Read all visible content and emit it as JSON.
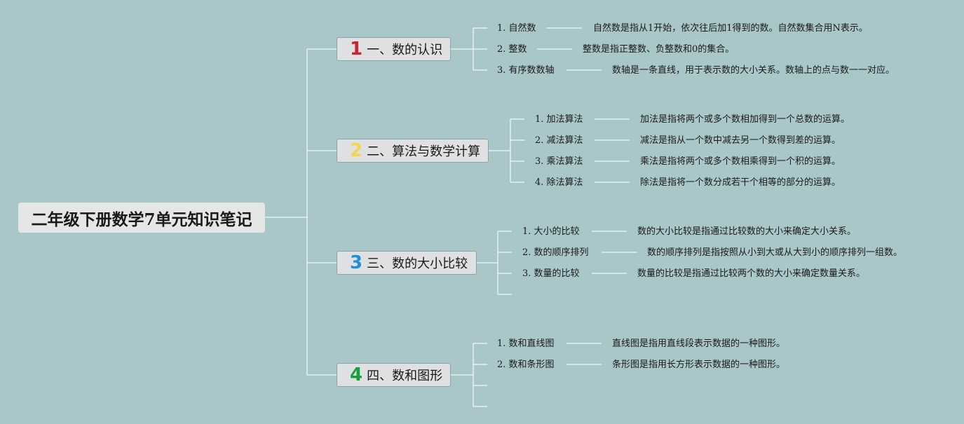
{
  "title": "二年级下册数学7单元知识笔记",
  "colors": {
    "background": "#a9c6c8",
    "line": "#e8efef",
    "num1": "#d2202f",
    "num2": "#f3d54e",
    "num3": "#1e8fd8",
    "num4": "#17a03a"
  },
  "topics": [
    {
      "num": "1",
      "label": "一、数的认识",
      "items": [
        {
          "label": "1. 自然数",
          "desc": "自然数是指从1开始，依次往后加1得到的数。自然数集合用N表示。"
        },
        {
          "label": "2. 整数",
          "desc": "整数是指正整数、负整数和0的集合。"
        },
        {
          "label": "3. 有序数数轴",
          "desc": "数轴是一条直线，用于表示数的大小关系。数轴上的点与数一一对应。"
        }
      ]
    },
    {
      "num": "2",
      "label": "二、算法与数学计算",
      "items": [
        {
          "label": "1. 加法算法",
          "desc": "加法是指将两个或多个数相加得到一个总数的运算。"
        },
        {
          "label": "2. 减法算法",
          "desc": "减法是指从一个数中减去另一个数得到差的运算。"
        },
        {
          "label": "3. 乘法算法",
          "desc": "乘法是指将两个或多个数相乘得到一个积的运算。"
        },
        {
          "label": "4. 除法算法",
          "desc": "除法是指将一个数分成若干个相等的部分的运算。"
        }
      ]
    },
    {
      "num": "3",
      "label": "三、数的大小比较",
      "items": [
        {
          "label": "1. 大小的比较",
          "desc": "数的大小比较是指通过比较数的大小来确定大小关系。"
        },
        {
          "label": "2. 数的顺序排列",
          "desc": "数的顺序排列是指按照从小到大或从大到小的顺序排列一组数。"
        },
        {
          "label": "3. 数量的比较",
          "desc": "数量的比较是指通过比较两个数的大小来确定数量关系。"
        }
      ]
    },
    {
      "num": "4",
      "label": "四、数和图形",
      "items": [
        {
          "label": "1. 数和直线图",
          "desc": "直线图是指用直线段表示数据的一种图形。"
        },
        {
          "label": "2. 数和条形图",
          "desc": "条形图是指用长方形表示数据的一种图形。"
        }
      ]
    }
  ]
}
